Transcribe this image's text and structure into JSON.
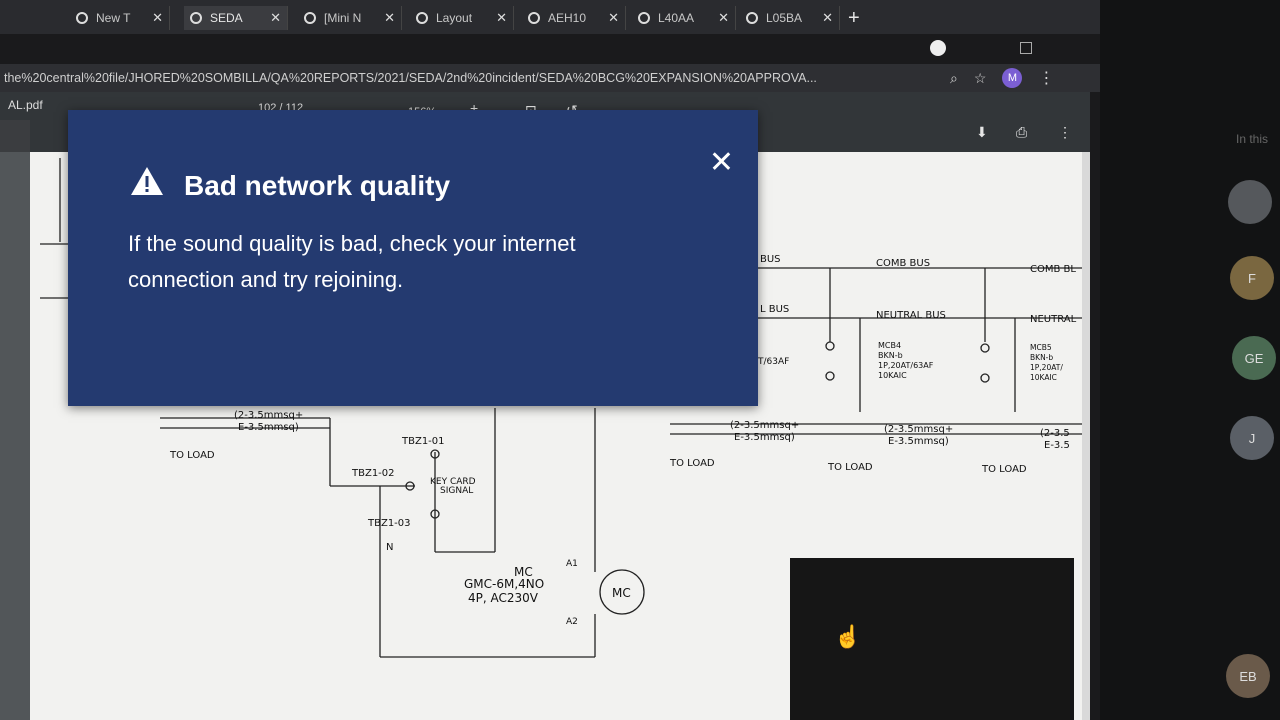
{
  "browser": {
    "tabs": [
      {
        "label": "New T"
      },
      {
        "label": "SEDA"
      },
      {
        "label": "[Mini N"
      },
      {
        "label": "Layout"
      },
      {
        "label": "AEH10"
      },
      {
        "label": "L40AA"
      },
      {
        "label": "L05BA"
      }
    ],
    "new_tab_label": "+",
    "url": "the%20central%20file/JHORED%20SOMBILLA/QA%20REPORTS/2021/SEDA/2nd%20incident/SEDA%20BCG%20EXPANSION%20APPROVA...",
    "profile_initial": "M"
  },
  "pdf_viewer": {
    "file_name": "AL.pdf",
    "page_counter": "102 / 112",
    "zoom_level": "156%"
  },
  "schematic": {
    "bus_labels": [
      "BUS",
      "COMB BUS",
      "COMB BL",
      "L BUS",
      "NEUTRAL BUS",
      "NEUTRAL"
    ],
    "breakers": [
      {
        "lines": [
          "T/63AF"
        ]
      },
      {
        "lines": [
          "MCB4",
          "BKN-b",
          "1P,20AT/63AF",
          "10KAIC"
        ]
      },
      {
        "lines": [
          "MCB5",
          "BKN-b",
          "1P,20AT/",
          "10KAIC"
        ]
      }
    ],
    "cables": [
      {
        "lines": [
          "(2-3.5mmsq+",
          "E-3.5mmsq)"
        ]
      },
      {
        "lines": [
          "(2-3.5mmsq+",
          "E-3.5mmsq)"
        ]
      },
      {
        "lines": [
          "(2-3.5mmsq+",
          "E-3.5mmsq)"
        ]
      },
      {
        "lines": [
          "(2-3.5",
          "E-3.5"
        ]
      }
    ],
    "load_label": "TO LOAD",
    "terminals": [
      "TBZ1-01",
      "TBZ1-02",
      "TBZ1-03"
    ],
    "key_card": [
      "KEY CARD",
      "SIGNAL"
    ],
    "neutral_mark": "N",
    "contactor": {
      "lines": [
        "MC",
        "GMC-6M,4NO",
        "4P, AC230V"
      ],
      "coil": "MC",
      "a1": "A1",
      "a2": "A2"
    }
  },
  "meeting": {
    "side_label": "In this",
    "participants": [
      {
        "initials": ""
      },
      {
        "initials": "F"
      },
      {
        "initials": "GE"
      },
      {
        "initials": "J"
      },
      {
        "initials": "EB"
      }
    ]
  },
  "toast": {
    "title": "Bad network quality",
    "message": "If the sound quality is bad, check your internet connection and try rejoining.",
    "close_icon": "close-icon",
    "warning_icon": "warning-icon",
    "background": "#243a70"
  }
}
